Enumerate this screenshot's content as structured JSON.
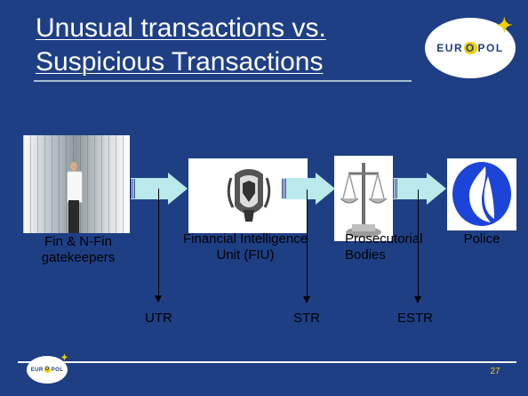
{
  "slide": {
    "title_lines": [
      "Unusual transactions vs.",
      "Suspicious Transactions"
    ],
    "logo_text": [
      "EUR",
      "O",
      "P",
      "OL"
    ]
  },
  "diagram": {
    "nodes": [
      {
        "label": "Fin & N-Fin gatekeepers"
      },
      {
        "label": "Financial Intelligence Unit (FIU)"
      },
      {
        "label": "Prosecutorial Bodies"
      },
      {
        "label": "Police"
      }
    ],
    "flows": [
      {
        "label": "UTR"
      },
      {
        "label": "STR"
      },
      {
        "label": "ESTR"
      }
    ]
  },
  "footer": {
    "page_number": "27"
  },
  "colors": {
    "background": "#1f3f85",
    "arrow": "#b9e9ea",
    "accent": "#f1d000",
    "title_rule": "#a8bfd0"
  }
}
